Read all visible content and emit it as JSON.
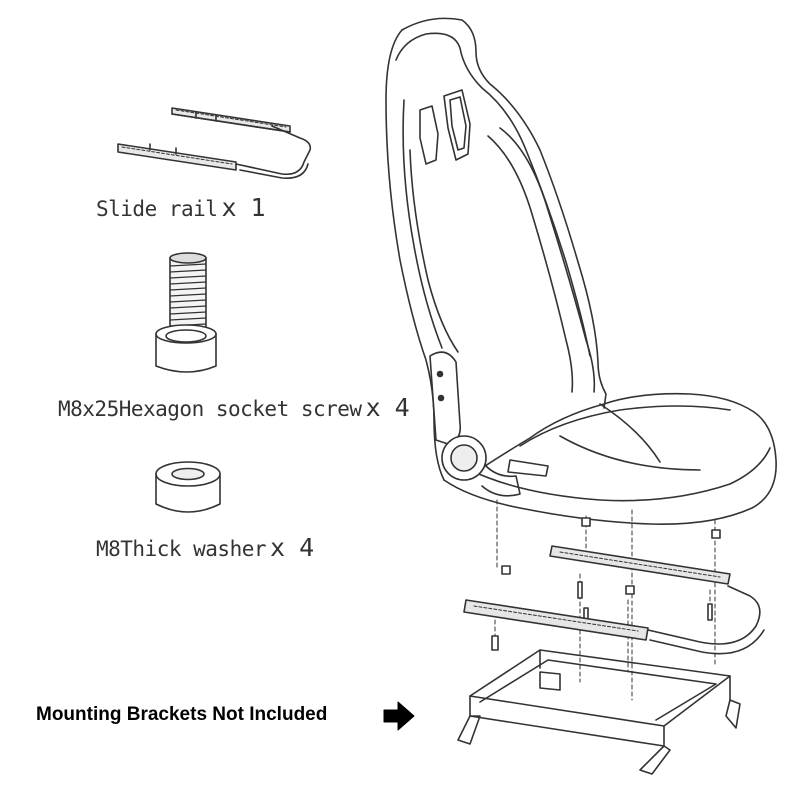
{
  "parts": [
    {
      "name": "Slide rail",
      "qty": "x 1"
    },
    {
      "name": "M8x25Hexagon socket screw",
      "qty": "x 4"
    },
    {
      "name": "M8Thick washer",
      "qty": "x 4"
    }
  ],
  "notice": {
    "text": "Mounting Brackets Not Included",
    "arrow_icon": "right-arrow-icon"
  },
  "colors": {
    "line": "#333333",
    "text": "#000000",
    "background": "#ffffff"
  }
}
